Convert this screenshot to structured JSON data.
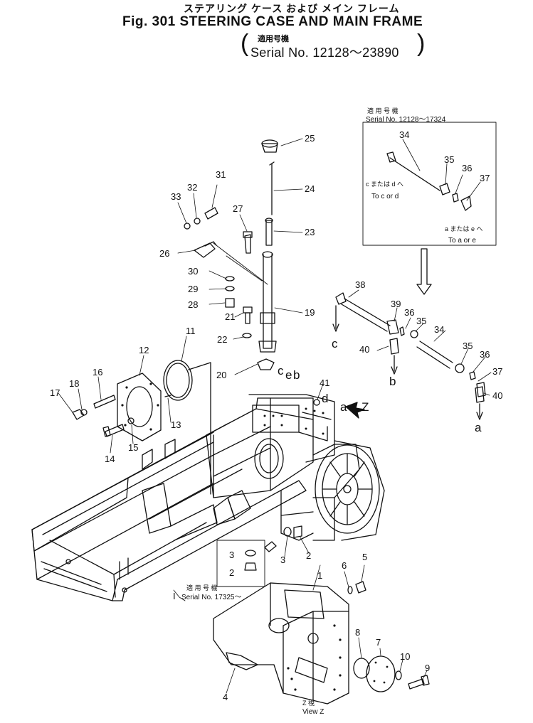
{
  "header": {
    "title_jp": "ステアリング ケース および メイン フレーム",
    "title_en": "Fig. 301 STEERING CASE AND MAIN FRAME",
    "serial_jp": "適用号機",
    "serial": "Serial No. 12128～23890"
  },
  "inset_top": {
    "jp": "適 用 号 機",
    "serial": "Serial No. 12128～17324",
    "note1_jp": "c または d へ",
    "note1": "To c or d",
    "note2_jp": "a または e へ",
    "note2": "To a or e"
  },
  "inset_bottom": {
    "jp": "適 用 号 機",
    "serial": "Serial No. 17325～"
  },
  "view": {
    "jp": "Z 視",
    "label": "View Z"
  },
  "callouts": [
    "1",
    "2",
    "3",
    "4",
    "5",
    "6",
    "7",
    "8",
    "9",
    "10",
    "11",
    "12",
    "13",
    "14",
    "15",
    "16",
    "17",
    "18",
    "19",
    "20",
    "21",
    "22",
    "23",
    "24",
    "25",
    "26",
    "27",
    "28",
    "29",
    "30",
    "31",
    "32",
    "33",
    "34",
    "35",
    "36",
    "37",
    "38",
    "39",
    "40",
    "41"
  ],
  "inset_callouts": [
    "34",
    "35",
    "36",
    "37"
  ],
  "letters": [
    "a",
    "b",
    "c",
    "d",
    "e",
    "Z"
  ],
  "roman": "I"
}
